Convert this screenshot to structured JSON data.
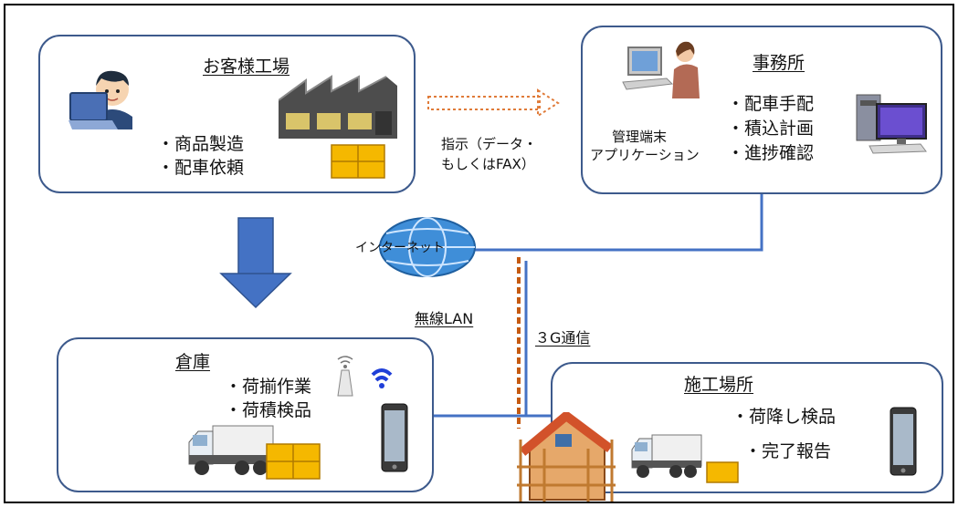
{
  "customer": {
    "title": "お客様工場",
    "bullets": [
      "・商品製造",
      "・配車依頼"
    ]
  },
  "office": {
    "title": "事務所",
    "bullets": [
      "・配車手配",
      "・積込計画",
      "・進捗確認"
    ],
    "terminal_label_1": "管理端末",
    "terminal_label_2": "アプリケーション"
  },
  "instruction": {
    "line1": "指示（データ・",
    "line2": "もしくはFAX）"
  },
  "internet_label": "インターネット",
  "wireless_label": "無線LAN",
  "g3_label": "３G通信",
  "warehouse": {
    "title": "倉庫",
    "bullets": [
      "・荷揃作業",
      "・荷積検品"
    ]
  },
  "site": {
    "title": "施工場所",
    "bullets": [
      "・荷降し検品",
      "・完了報告"
    ]
  },
  "colors": {
    "box_border": "#3d5a8c",
    "line_blue": "#4472c4",
    "dashed_orange": "#c55a11",
    "arrow_blue": "#4472c4",
    "cardboard": "#f5b800"
  }
}
